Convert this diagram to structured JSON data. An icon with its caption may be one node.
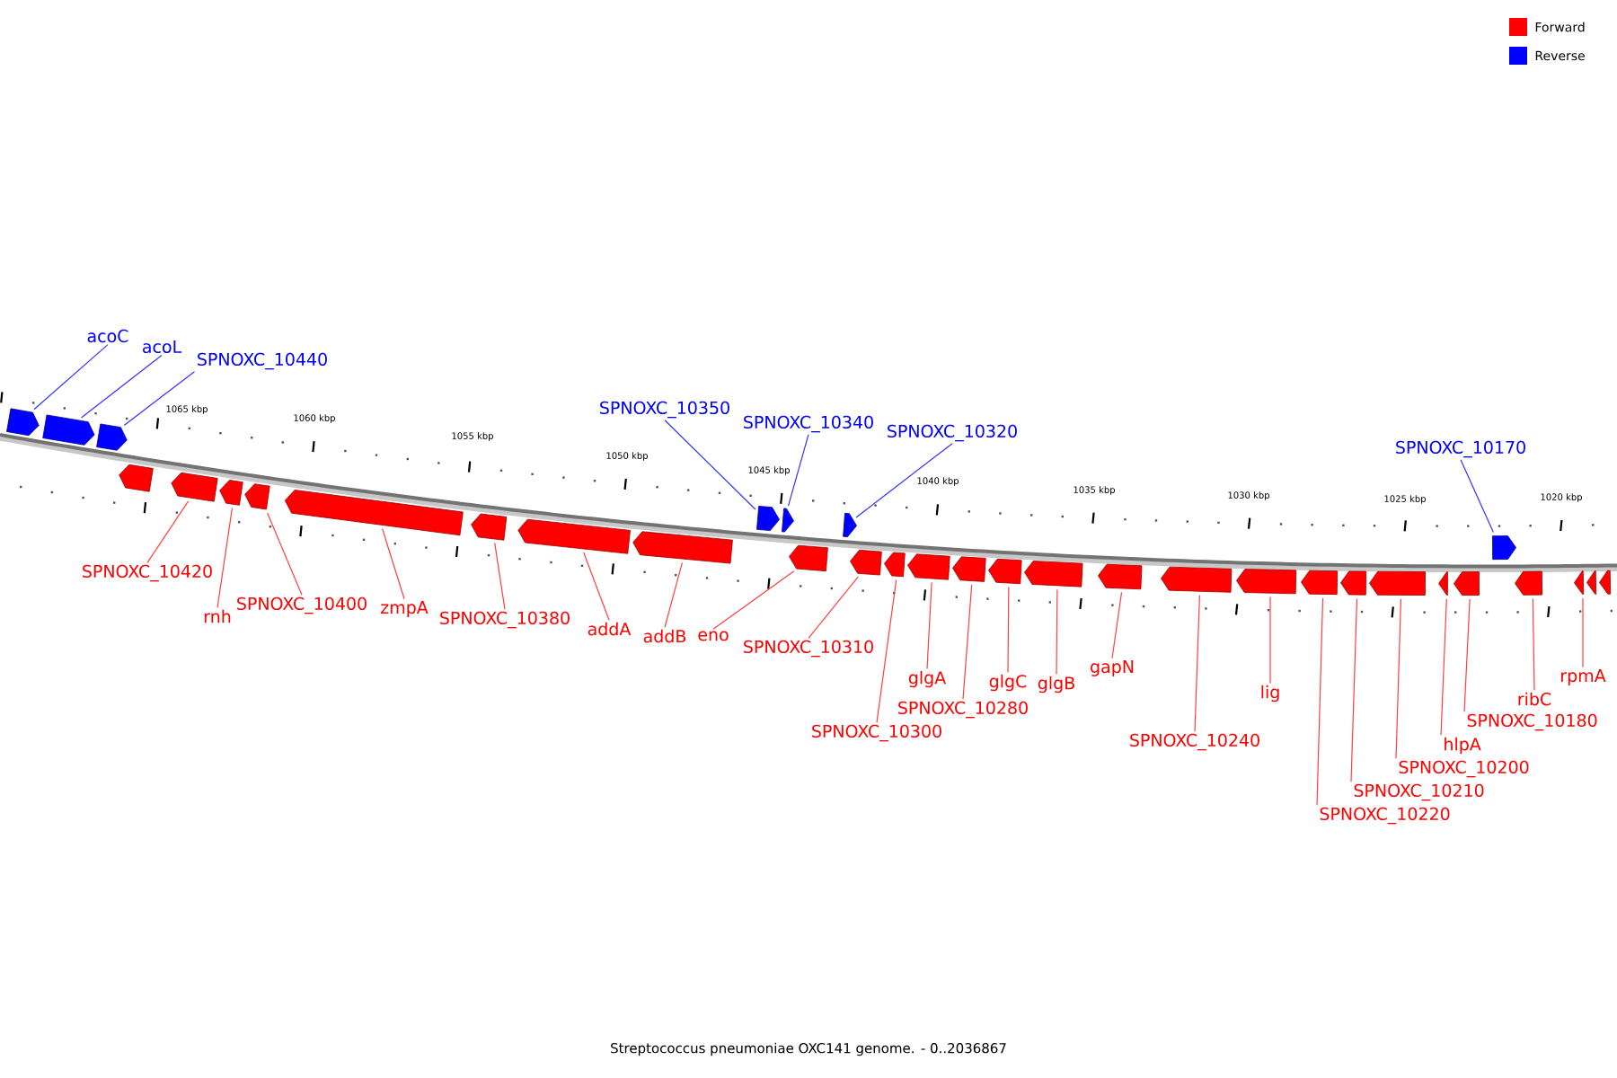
{
  "diagram": {
    "caption": "Streptococcus pneumoniae OXC141 genome. - 0..2036867",
    "nodes": [
      {
        "text": [
          "acoC"
        ]
      },
      {
        "text": [
          "acoL"
        ]
      },
      {
        "text": [
          "SPNOXC_10440"
        ]
      },
      {
        "text": [
          "SPNOXC_10350"
        ]
      },
      {
        "text": [
          "SPNOXC_10340"
        ]
      },
      {
        "text": [
          "SPNOXC_10320"
        ]
      },
      {
        "text": [
          "SPNOXC_10170"
        ]
      },
      {
        "text": [
          "SPNOXC_10420"
        ]
      },
      {
        "text": [
          "rnh"
        ]
      },
      {
        "text": [
          "SPNOXC_10400"
        ]
      },
      {
        "text": [
          "zmpA"
        ]
      },
      {
        "text": [
          "SPNOXC_10380"
        ]
      },
      {
        "text": [
          "addA"
        ]
      },
      {
        "text": [
          "addB"
        ]
      },
      {
        "text": [
          "eno"
        ]
      },
      {
        "text": [
          "SPNOXC_10310"
        ]
      },
      {
        "text": [
          "SPNOXC_10300"
        ]
      },
      {
        "text": [
          "glgA"
        ]
      },
      {
        "text": [
          "SPNOXC_10280"
        ]
      },
      {
        "text": [
          "glgC"
        ]
      },
      {
        "text": [
          "glgB"
        ]
      },
      {
        "text": [
          "gapN"
        ]
      },
      {
        "text": [
          "SPNOXC_10240"
        ]
      },
      {
        "text": [
          "lig"
        ]
      },
      {
        "text": [
          "SPNOXC_10220"
        ]
      },
      {
        "text": [
          "SPNOXC_10210"
        ]
      },
      {
        "text": [
          "SPNOXC_10200"
        ]
      },
      {
        "text": [
          "hlpA"
        ]
      },
      {
        "text": [
          "SPNOXC_10180"
        ]
      },
      {
        "text": [
          "ribC"
        ]
      },
      {
        "text": [
          "rpmA"
        ]
      },
      {
        "text": [],
        "shape": "arrow"
      },
      {
        "text": [],
        "shape": "arrow"
      },
      {
        "text": [],
        "shape": "arrow"
      },
      {
        "text": [],
        "shape": "arrow"
      },
      {
        "text": [],
        "shape": "arrow"
      },
      {
        "text": [],
        "shape": "arrow"
      },
      {
        "text": [],
        "shape": "arrow"
      },
      {
        "text": [],
        "shape": "arrow"
      },
      {
        "text": [],
        "shape": "arrow"
      },
      {
        "text": [],
        "shape": "arrow"
      },
      {
        "text": [],
        "shape": "arrow"
      },
      {
        "text": [],
        "shape": "arrow"
      },
      {
        "text": [],
        "shape": "arrow"
      },
      {
        "text": [],
        "shape": "arrow"
      },
      {
        "text": [],
        "shape": "arrow"
      },
      {
        "text": [],
        "shape": "arrow"
      },
      {
        "text": [],
        "shape": "arrow"
      },
      {
        "text": [],
        "shape": "arrow"
      },
      {
        "text": [],
        "shape": "arrow"
      },
      {
        "text": [],
        "shape": "arrow"
      },
      {
        "text": [],
        "shape": "arrow"
      },
      {
        "text": [],
        "shape": "arrow"
      },
      {
        "text": [],
        "shape": "arrow"
      },
      {
        "text": [],
        "shape": "arrow"
      },
      {
        "text": [],
        "shape": "arrow"
      },
      {
        "text": [],
        "shape": "arrow"
      },
      {
        "text": [],
        "shape": "arrow"
      },
      {
        "text": [],
        "shape": "arrow"
      },
      {
        "text": [],
        "shape": "arrow"
      },
      {
        "text": [],
        "shape": "arrow"
      },
      {
        "text": [],
        "shape": "arrow"
      },
      {
        "text": [],
        "shape": "arrow"
      },
      {
        "text": [],
        "shape": "arrow"
      },
      {
        "text": [],
        "shape": "arrow"
      }
    ],
    "edges": [
      {
        "from": 0,
        "to": 31,
        "arrow": "none",
        "color": "#3333ff"
      },
      {
        "from": 1,
        "to": 32,
        "arrow": "none",
        "color": "#3333ff"
      },
      {
        "from": 2,
        "to": 33,
        "arrow": "none",
        "color": "#3333ff"
      },
      {
        "from": 3,
        "to": 42,
        "arrow": "none",
        "color": "#3333ff"
      },
      {
        "from": 4,
        "to": 43,
        "arrow": "none",
        "color": "#3333ff"
      },
      {
        "from": 5,
        "to": 45,
        "arrow": "none",
        "color": "#3333ff"
      },
      {
        "from": 6,
        "to": 60,
        "arrow": "none",
        "color": "#3333ff"
      },
      {
        "from": 7,
        "to": 35,
        "arrow": "none"
      },
      {
        "from": 8,
        "to": 36,
        "arrow": "none"
      },
      {
        "from": 9,
        "to": 37,
        "arrow": "none"
      },
      {
        "from": 10,
        "to": 38,
        "arrow": "none"
      },
      {
        "from": 11,
        "to": 39,
        "arrow": "none"
      },
      {
        "from": 12,
        "to": 40,
        "arrow": "none"
      },
      {
        "from": 13,
        "to": 41,
        "arrow": "none"
      },
      {
        "from": 14,
        "to": 44,
        "arrow": "none"
      },
      {
        "from": 15,
        "to": 46,
        "arrow": "none"
      },
      {
        "from": 16,
        "to": 47,
        "arrow": "none"
      },
      {
        "from": 17,
        "to": 48,
        "arrow": "none"
      },
      {
        "from": 18,
        "to": 49,
        "arrow": "none"
      },
      {
        "from": 19,
        "to": 50,
        "arrow": "none"
      },
      {
        "from": 20,
        "to": 51,
        "arrow": "none"
      },
      {
        "from": 21,
        "to": 52,
        "arrow": "none"
      },
      {
        "from": 22,
        "to": 53,
        "arrow": "none"
      },
      {
        "from": 23,
        "to": 54,
        "arrow": "none"
      },
      {
        "from": 24,
        "to": 55,
        "arrow": "none"
      },
      {
        "from": 25,
        "to": 56,
        "arrow": "none"
      },
      {
        "from": 26,
        "to": 57,
        "arrow": "none"
      },
      {
        "from": 27,
        "to": 58,
        "arrow": "none"
      },
      {
        "from": 28,
        "to": 59,
        "arrow": "none"
      },
      {
        "from": 29,
        "to": 61,
        "arrow": "none"
      },
      {
        "from": 30,
        "to": 62,
        "arrow": "none"
      }
    ],
    "labels": [
      "1065 kbp",
      "1060 kbp",
      "1055 kbp",
      "1050 kbp",
      "1045 kbp",
      "1040 kbp",
      "1035 kbp",
      "1030 kbp",
      "1025 kbp",
      "1020 kbp"
    ],
    "legend": [
      {
        "text": "Forward",
        "color": "#ff0000"
      },
      {
        "text": "Reverse",
        "color": "#0000ff"
      }
    ]
  }
}
